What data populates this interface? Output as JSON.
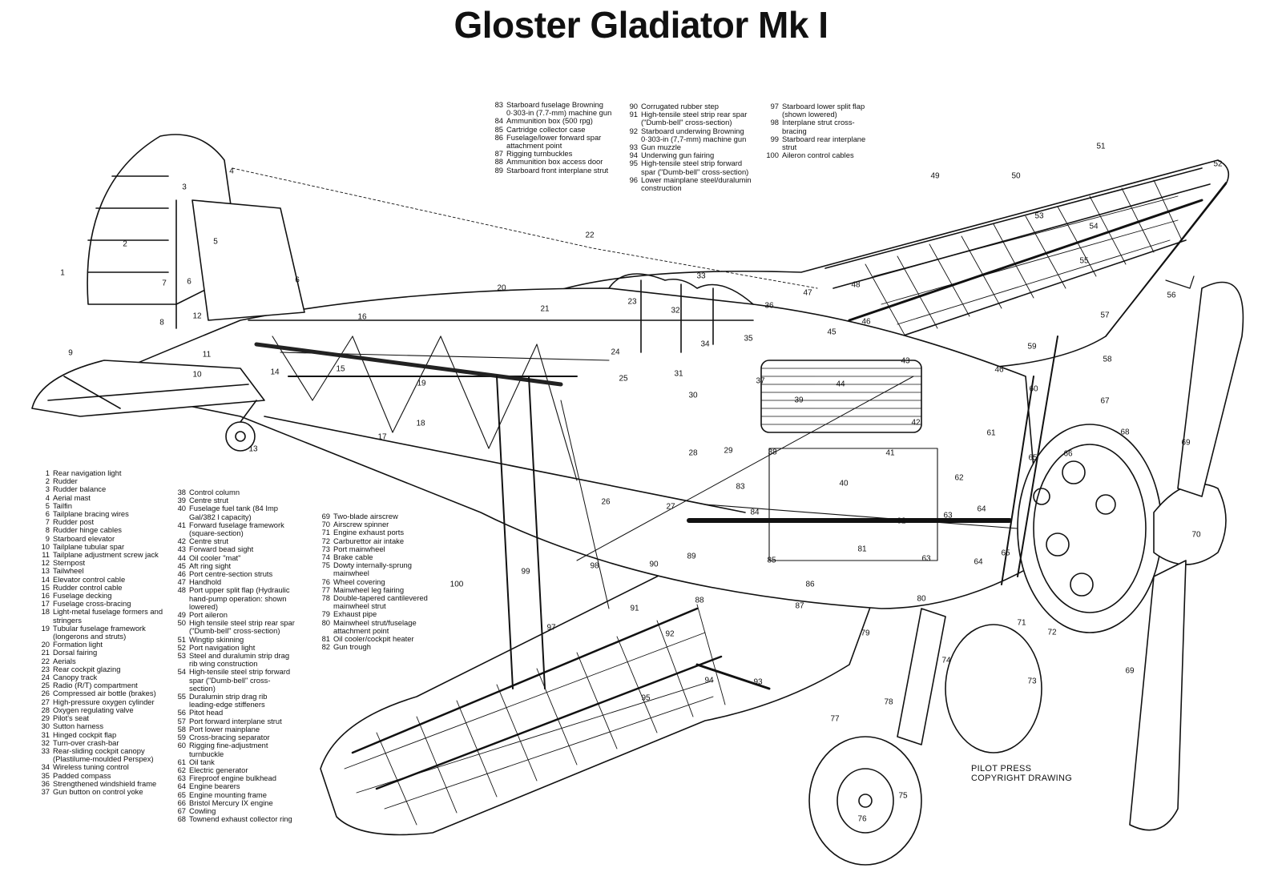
{
  "title": "Gloster Gladiator Mk I",
  "credit": [
    "PILOT PRESS",
    "COPYRIGHT DRAWING"
  ],
  "legend_columns": [
    [
      {
        "n": "1",
        "t": "Rear navigation light"
      },
      {
        "n": "2",
        "t": "Rudder"
      },
      {
        "n": "3",
        "t": "Rudder balance"
      },
      {
        "n": "4",
        "t": "Aerial mast"
      },
      {
        "n": "5",
        "t": "Tailfin"
      },
      {
        "n": "6",
        "t": "Tailplane bracing wires"
      },
      {
        "n": "7",
        "t": "Rudder post"
      },
      {
        "n": "8",
        "t": "Rudder hinge cables"
      },
      {
        "n": "9",
        "t": "Starboard elevator"
      },
      {
        "n": "10",
        "t": "Tailplane tubular spar"
      },
      {
        "n": "11",
        "t": "Tailplane adjustment screw jack"
      },
      {
        "n": "12",
        "t": "Sternpost"
      },
      {
        "n": "13",
        "t": "Tailwheel"
      },
      {
        "n": "14",
        "t": "Elevator control cable"
      },
      {
        "n": "15",
        "t": "Rudder control cable"
      },
      {
        "n": "16",
        "t": "Fuselage decking"
      },
      {
        "n": "17",
        "t": "Fuselage cross-bracing"
      },
      {
        "n": "18",
        "t": "Light-metal fuselage formers and stringers"
      },
      {
        "n": "19",
        "t": "Tubular fuselage framework (longerons and struts)"
      },
      {
        "n": "20",
        "t": "Formation light"
      },
      {
        "n": "21",
        "t": "Dorsal fairing"
      },
      {
        "n": "22",
        "t": "Aerials"
      },
      {
        "n": "23",
        "t": "Rear cockpit glazing"
      },
      {
        "n": "24",
        "t": "Canopy track"
      },
      {
        "n": "25",
        "t": "Radio (R/T) compartment"
      },
      {
        "n": "26",
        "t": "Compressed air bottle (brakes)"
      },
      {
        "n": "27",
        "t": "High-pressure oxygen cylinder"
      },
      {
        "n": "28",
        "t": "Oxygen regulating valve"
      },
      {
        "n": "29",
        "t": "Pilot's seat"
      },
      {
        "n": "30",
        "t": "Sutton harness"
      },
      {
        "n": "31",
        "t": "Hinged cockpit flap"
      },
      {
        "n": "32",
        "t": "Turn-over crash-bar"
      },
      {
        "n": "33",
        "t": "Rear-sliding cockpit canopy (Plastilume-moulded Perspex)"
      },
      {
        "n": "34",
        "t": "Wireless tuning control"
      },
      {
        "n": "35",
        "t": "Padded compass"
      },
      {
        "n": "36",
        "t": "Strengthened windshield frame"
      },
      {
        "n": "37",
        "t": "Gun button on control yoke"
      }
    ],
    [
      {
        "n": "38",
        "t": "Control column"
      },
      {
        "n": "39",
        "t": "Centre strut"
      },
      {
        "n": "40",
        "t": "Fuselage fuel tank (84 Imp Gal/382 l capacity)"
      },
      {
        "n": "41",
        "t": "Forward fuselage framework (square-section)"
      },
      {
        "n": "42",
        "t": "Centre strut"
      },
      {
        "n": "43",
        "t": "Forward bead sight"
      },
      {
        "n": "44",
        "t": "Oil cooler \"mat\""
      },
      {
        "n": "45",
        "t": "Aft ring sight"
      },
      {
        "n": "46",
        "t": "Port centre-section struts"
      },
      {
        "n": "47",
        "t": "Handhold"
      },
      {
        "n": "48",
        "t": "Port upper split flap (Hydraulic hand-pump operation: shown lowered)"
      },
      {
        "n": "49",
        "t": "Port aileron"
      },
      {
        "n": "50",
        "t": "High tensile steel strip rear spar (\"Dumb-bell\" cross-section)"
      },
      {
        "n": "51",
        "t": "Wingtip skinning"
      },
      {
        "n": "52",
        "t": "Port navigation light"
      },
      {
        "n": "53",
        "t": "Steel and duralumin strip drag rib wing construction"
      },
      {
        "n": "54",
        "t": "High-tensile steel strip forward spar (\"Dumb-bell\" cross-section)"
      },
      {
        "n": "55",
        "t": "Duralumin strip drag rib leading-edge stiffeners"
      },
      {
        "n": "56",
        "t": "Pitot head"
      },
      {
        "n": "57",
        "t": "Port forward interplane strut"
      },
      {
        "n": "58",
        "t": "Port lower mainplane"
      },
      {
        "n": "59",
        "t": "Cross-bracing separator"
      },
      {
        "n": "60",
        "t": "Rigging fine-adjustment turnbuckle"
      },
      {
        "n": "61",
        "t": "Oil tank"
      },
      {
        "n": "62",
        "t": "Electric generator"
      },
      {
        "n": "63",
        "t": "Fireproof engine bulkhead"
      },
      {
        "n": "64",
        "t": "Engine bearers"
      },
      {
        "n": "65",
        "t": "Engine mounting frame"
      },
      {
        "n": "66",
        "t": "Bristol Mercury IX engine"
      },
      {
        "n": "67",
        "t": "Cowling"
      },
      {
        "n": "68",
        "t": "Townend exhaust collector ring"
      }
    ],
    [
      {
        "n": "69",
        "t": "Two-blade airscrew"
      },
      {
        "n": "70",
        "t": "Airscrew spinner"
      },
      {
        "n": "71",
        "t": "Engine exhaust ports"
      },
      {
        "n": "72",
        "t": "Carburettor air intake"
      },
      {
        "n": "73",
        "t": "Port mainwheel"
      },
      {
        "n": "74",
        "t": "Brake cable"
      },
      {
        "n": "75",
        "t": "Dowty internally-sprung mainwheel"
      },
      {
        "n": "76",
        "t": "Wheel covering"
      },
      {
        "n": "77",
        "t": "Mainwheel leg fairing"
      },
      {
        "n": "78",
        "t": "Double-tapered cantilevered mainwheel strut"
      },
      {
        "n": "79",
        "t": "Exhaust pipe"
      },
      {
        "n": "80",
        "t": "Mainwheel strut/fuselage attachment point"
      },
      {
        "n": "81",
        "t": "Oil cooler/cockpit heater"
      },
      {
        "n": "82",
        "t": "Gun trough"
      }
    ],
    [
      {
        "n": "83",
        "t": "Starboard fuselage Browning 0·303-in (7.7-mm) machine gun"
      },
      {
        "n": "84",
        "t": "Ammunition box (500 rpg)"
      },
      {
        "n": "85",
        "t": "Cartridge collector case"
      },
      {
        "n": "86",
        "t": "Fuselage/lower forward spar attachment point"
      },
      {
        "n": "87",
        "t": "Rigging turnbuckles"
      },
      {
        "n": "88",
        "t": "Ammunition box access door"
      },
      {
        "n": "89",
        "t": "Starboard front interplane strut"
      }
    ],
    [
      {
        "n": "90",
        "t": "Corrugated rubber step"
      },
      {
        "n": "91",
        "t": "High-tensile steel strip rear spar (\"Dumb-bell\" cross-section)"
      },
      {
        "n": "92",
        "t": "Starboard underwing Browning 0·303-in (7,7-mm) machine gun"
      },
      {
        "n": "93",
        "t": "Gun muzzle"
      },
      {
        "n": "94",
        "t": "Underwing gun fairing"
      },
      {
        "n": "95",
        "t": "High-tensile steel strip forward spar (\"Dumb-bell\" cross-section)"
      },
      {
        "n": "96",
        "t": "Lower mainplane steel/duralumin construction"
      }
    ],
    [
      {
        "n": "97",
        "t": "Starboard lower split flap (shown lowered)"
      },
      {
        "n": "98",
        "t": "Interplane strut cross-bracing"
      },
      {
        "n": "99",
        "t": "Starboard rear interplane strut"
      },
      {
        "n": "100",
        "t": "Aileron control cables"
      }
    ]
  ],
  "callouts": [
    "1",
    "2",
    "3",
    "4",
    "5",
    "6",
    "6",
    "7",
    "8",
    "9",
    "10",
    "11",
    "12",
    "13",
    "14",
    "15",
    "16",
    "17",
    "18",
    "19",
    "20",
    "21",
    "22",
    "23",
    "24",
    "25",
    "26",
    "27",
    "28",
    "29",
    "30",
    "31",
    "32",
    "33",
    "34",
    "35",
    "36",
    "37",
    "38",
    "39",
    "40",
    "41",
    "42",
    "43",
    "44",
    "45",
    "46",
    "46",
    "47",
    "48",
    "49",
    "50",
    "51",
    "52",
    "53",
    "54",
    "55",
    "56",
    "57",
    "58",
    "59",
    "60",
    "61",
    "62",
    "63",
    "63",
    "64",
    "64",
    "65",
    "65",
    "66",
    "67",
    "68",
    "69",
    "69",
    "70",
    "71",
    "72",
    "73",
    "74",
    "75",
    "76",
    "77",
    "78",
    "79",
    "80",
    "81",
    "82",
    "83",
    "84",
    "85",
    "86",
    "87",
    "88",
    "89",
    "90",
    "91",
    "92",
    "93",
    "94",
    "95",
    "97",
    "98",
    "99",
    "100"
  ]
}
